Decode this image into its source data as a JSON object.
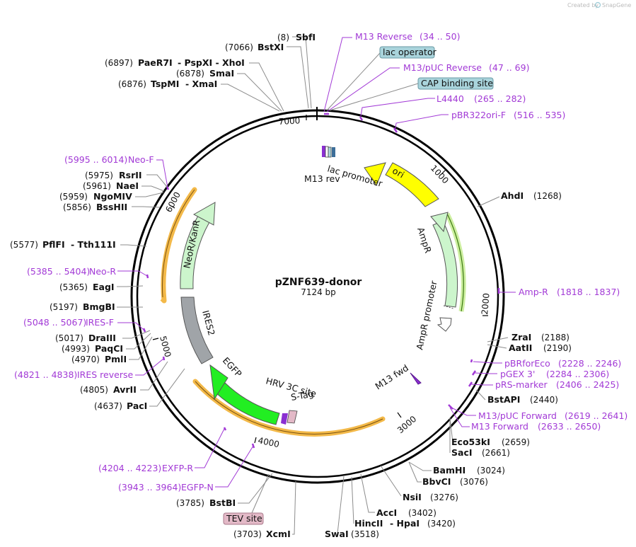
{
  "credit": {
    "prefix": "Created by",
    "brand": "SnapGene"
  },
  "plasmid": {
    "name": "pZNF639-donor",
    "length_label": "7124 bp"
  },
  "ticks": [
    "1000",
    "2000",
    "3000",
    "4000",
    "5000",
    "6000",
    "7000"
  ],
  "features": {
    "lac_promoter": "lac promoter",
    "m13_rev": "M13 rev",
    "ori": "ori",
    "ampr": "AmpR",
    "ampr_promoter": "AmpR promoter",
    "m13_fwd": "M13 fwd",
    "neo_kanr": "NeoR/KanR",
    "ires2": "IRES2",
    "egfp": "EGFP",
    "hrv": "HRV 3C site",
    "stag": "S-Tag"
  },
  "boxes": {
    "lac_operator": "lac operator",
    "cap_site": "CAP binding site",
    "tev_site": "TEV site"
  },
  "left_sites": [
    {
      "pos": "(8)",
      "name": "SbfI"
    },
    {
      "pos": "(7066)",
      "name": "BstXI"
    },
    {
      "pos": "(6897)",
      "name": "PaeR7I",
      "extra": "- PspXI  - XhoI"
    },
    {
      "pos": "(6878)",
      "name": "SmaI"
    },
    {
      "pos": "(6876)",
      "name": "TspMI",
      "extra": "- XmaI"
    },
    {
      "pos": "(5975)",
      "name": "RsrII"
    },
    {
      "pos": "(5961)",
      "name": "NaeI"
    },
    {
      "pos": "(5959)",
      "name": "NgoMIV"
    },
    {
      "pos": "(5856)",
      "name": "BssHII"
    },
    {
      "pos": "(5577)",
      "name": "PflFI",
      "extra": "- Tth111I"
    },
    {
      "pos": "(5365)",
      "name": "EagI"
    },
    {
      "pos": "(5197)",
      "name": "BmgBI"
    },
    {
      "pos": "(5017)",
      "name": "DraIII"
    },
    {
      "pos": "(4993)",
      "name": "PaqCI"
    },
    {
      "pos": "(4970)",
      "name": "PmlI"
    },
    {
      "pos": "(4805)",
      "name": "AvrII"
    },
    {
      "pos": "(4637)",
      "name": "PacI"
    },
    {
      "pos": "(3785)",
      "name": "BstBI"
    },
    {
      "pos": "(3703)",
      "name": "XcmI"
    }
  ],
  "right_sites": [
    {
      "name": "AhdI",
      "pos": "(1268)"
    },
    {
      "name": "ZraI",
      "pos": "(2188)"
    },
    {
      "name": "AatII",
      "pos": "(2190)"
    },
    {
      "name": "BstAPI",
      "pos": "(2440)"
    },
    {
      "name": "Eco53kI",
      "pos": "(2659)"
    },
    {
      "name": "SacI",
      "pos": "(2661)"
    },
    {
      "name": "BamHI",
      "pos": "(3024)"
    },
    {
      "name": "BbvCI",
      "pos": "(3076)"
    },
    {
      "name": "NsiI",
      "pos": "(3276)"
    },
    {
      "name": "AccI",
      "pos": "(3402)"
    },
    {
      "name": "HincII",
      "pos": "(3420)",
      "extra": "- HpaI"
    },
    {
      "name": "SwaI",
      "pos": "(3518)"
    }
  ],
  "primers": [
    {
      "name": "M13 Reverse",
      "range": "(34 .. 50)"
    },
    {
      "name": "M13/pUC Reverse",
      "range": "(47 .. 69)"
    },
    {
      "name": "L4440",
      "range": "(265 .. 282)"
    },
    {
      "name": "pBR322ori-F",
      "range": "(516 .. 535)"
    },
    {
      "name": "Amp-R",
      "range": "(1818 .. 1837)"
    },
    {
      "name": "pBRforEco",
      "range": "(2228 .. 2246)"
    },
    {
      "name": "pGEX 3'",
      "range": "(2284 .. 2306)"
    },
    {
      "name": "pRS-marker",
      "range": "(2406 .. 2425)"
    },
    {
      "name": "M13/pUC Forward",
      "range": "(2619 .. 2641)"
    },
    {
      "name": "M13 Forward",
      "range": "(2633 .. 2650)"
    },
    {
      "range": "(5995 .. 6014)",
      "name": "Neo-F"
    },
    {
      "range": "(5385 .. 5404)",
      "name": "Neo-R"
    },
    {
      "range": "(5048 .. 5067)",
      "name": "IRES-F"
    },
    {
      "range": "(4821 .. 4838)",
      "name": "IRES reverse"
    },
    {
      "range": "(4204 .. 4223)",
      "name": "EXFP-R"
    },
    {
      "range": "(3943 .. 3964)",
      "name": "EGFP-N"
    }
  ],
  "colors": {
    "ring": "#000000",
    "ori": "#ffff00",
    "ampr": "#ccf5cc",
    "egfp": "#22ee22",
    "ires": "#a0a4a8",
    "neo": "#ccf5cc",
    "orange_arc": "#f3b949",
    "primer": "#a23ad6",
    "box_blue": "#a9d4dc",
    "box_pink": "#e3b9c7"
  }
}
